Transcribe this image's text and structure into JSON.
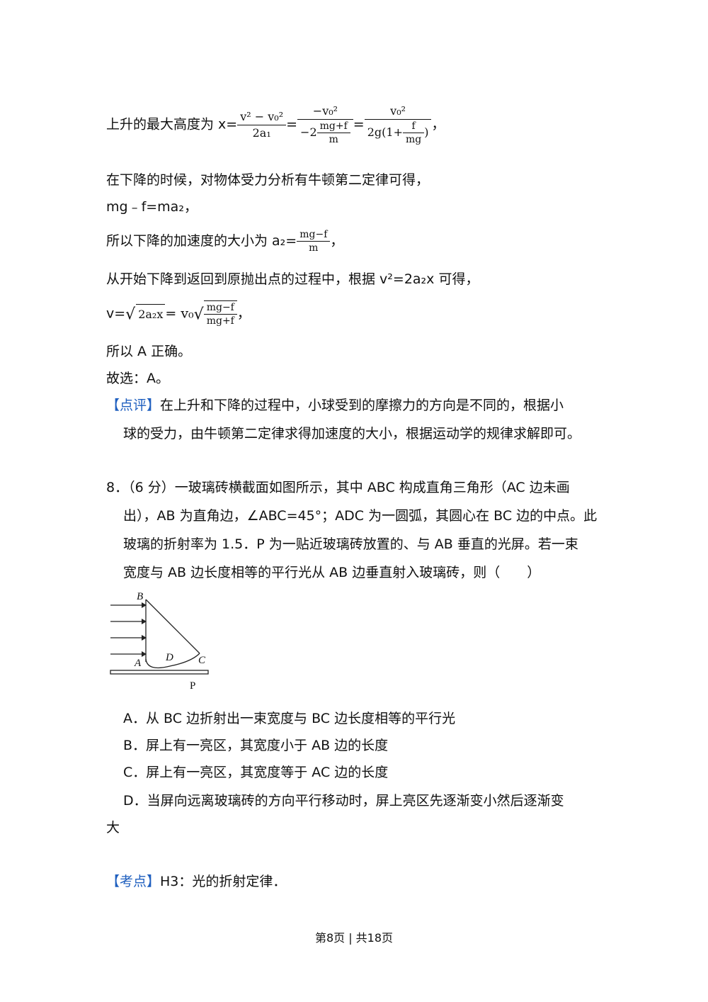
{
  "sol": {
    "max_height_prefix": "上升的最大高度为 x=",
    "f1_num": "v² − v₀²",
    "f1_den": "2a₁",
    "eq": "=",
    "f2_num": "−v₀²",
    "f2_den_pre": "−2",
    "f2_den_frac_num": "mg+f",
    "f2_den_frac_den": "m",
    "f3_num": "v₀²",
    "f3_den_pre": "2g(1+",
    "f3_den_frac_num": "f",
    "f3_den_frac_den": "mg",
    "f3_den_post": ")",
    "comma": "，",
    "descend_text": "在下降的时候，对物体受力分析有牛顿第二定律可得，",
    "eq_descend": "mg﹣f=ma₂，",
    "accel_prefix": "所以下降的加速度的大小为 a₂=",
    "accel_num": "mg−f",
    "accel_den": "m",
    "return_text": "从开始下降到返回到原抛出点的过程中，根据 v²=2a₂x 可得，",
    "v_prefix": "v=",
    "v_sqrt1": "2a₂x",
    "v_mid": "= v₀",
    "v_sqrt_num": "mg−f",
    "v_sqrt_den": "mg+f",
    "so_correct": "所以 A 正确。",
    "choose": "故选：A。",
    "comment_tag": "【点评】",
    "comment_line1": "在上升和下降的过程中，小球受到的摩擦力的方向是不同的，根据小",
    "comment_line2": "球的受力，由牛顿第二定律求得加速度的大小，根据运动学的规律求解即可。"
  },
  "q8": {
    "line1": "8．（6 分）一玻璃砖横截面如图所示，其中 ABC 构成直角三角形（AC 边未画",
    "line2": "出），AB 为直角边，∠ABC=45°；ADC 为一圆弧，其圆心在 BC 边的中点。此",
    "line3": "玻璃的折射率为 1.5．P 为一贴近玻璃砖放置的、与 AB 垂直的光屏。若一束",
    "line4": "宽度与 AB 边长度相等的平行光从 AB 边垂直射入玻璃砖，则（　　）",
    "fig_B": "B",
    "fig_A": "A",
    "fig_D": "D",
    "fig_C": "C",
    "fig_P": "P",
    "opt_A": "A．从 BC 边折射出一束宽度与 BC 边长度相等的平行光",
    "opt_B": "B．屏上有一亮区，其宽度小于 AB 边的长度",
    "opt_C": "C．屏上有一亮区，其宽度等于 AC 边的长度",
    "opt_D1": "D．当屏向远离玻璃砖的方向平行移动时，屏上亮区先逐渐变小然后逐渐变",
    "opt_D2": "大",
    "kp_tag": "【考点】",
    "kp_text": "H3：光的折射定律．"
  },
  "footer": "第8页 | 共18页"
}
